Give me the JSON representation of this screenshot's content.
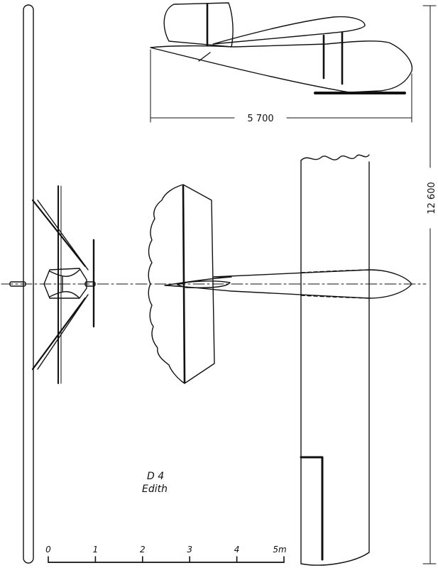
{
  "designation": "D 4",
  "name": "Edith",
  "dimensions": {
    "length": "5 700",
    "span": "12 600"
  },
  "scale_bar": {
    "ticks": [
      "0",
      "1",
      "2",
      "3",
      "4",
      "5m"
    ]
  }
}
